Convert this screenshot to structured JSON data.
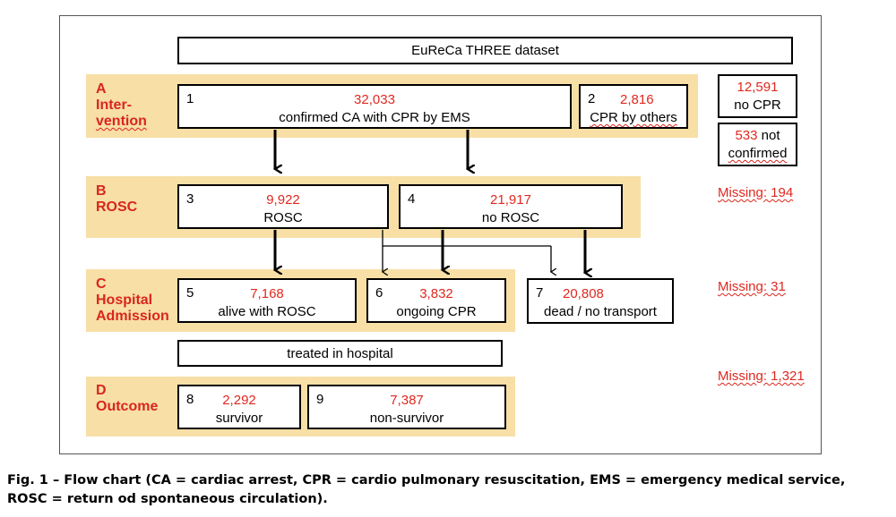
{
  "diagram": {
    "dataset_label": "EuReCa THREE dataset",
    "sections": [
      {
        "letter": "A",
        "title": "Inter-\nvention",
        "title_lines": [
          "Inter-",
          "vention"
        ]
      },
      {
        "letter": "B",
        "title_lines": [
          "ROSC"
        ]
      },
      {
        "letter": "C",
        "title_lines": [
          "Hospital",
          "Admission"
        ]
      },
      {
        "letter": "D",
        "title_lines": [
          "Outcome"
        ]
      }
    ],
    "boxes": [
      {
        "id": "1",
        "value": "32,033",
        "label": "confirmed CA with CPR by EMS"
      },
      {
        "id": "2",
        "value": "2,816",
        "label": "CPR by others"
      },
      {
        "id": "3",
        "value": "9,922",
        "label": "ROSC"
      },
      {
        "id": "4",
        "value": "21,917",
        "label": "no ROSC"
      },
      {
        "id": "5",
        "value": "7,168",
        "label": "alive with ROSC"
      },
      {
        "id": "6",
        "value": "3,832",
        "label": "ongoing CPR"
      },
      {
        "id": "7",
        "value": "20,808",
        "label": "dead / no transport"
      },
      {
        "id": "8",
        "value": "2,292",
        "label": "survivor"
      },
      {
        "id": "9",
        "value": "7,387",
        "label": "non-survivor"
      }
    ],
    "treated_label": "treated in hospital",
    "excluded": [
      {
        "value": "12,591",
        "label": "no CPR"
      },
      {
        "value": "533",
        "label_1": "not",
        "label_2": "confirmed"
      }
    ],
    "missing": [
      "Missing: 194",
      "Missing: 31",
      "Missing: 1,321"
    ]
  },
  "caption": {
    "line1": "Fig. 1 – Flow chart (CA = cardiac arrest, CPR = cardio pulmonary resuscitation, EMS = emergency medical service,",
    "line2": "ROSC = return od spontaneous circulation)."
  },
  "colors": {
    "band": "#f7dfa6",
    "value_red": "#e0281f",
    "label_red": "#d9261c"
  }
}
